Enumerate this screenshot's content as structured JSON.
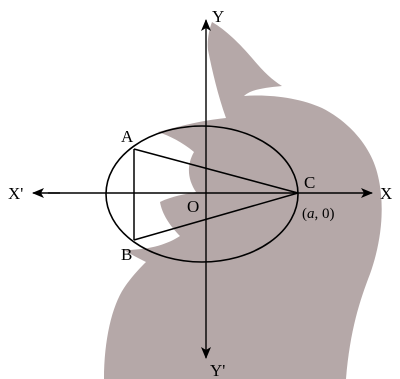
{
  "colors": {
    "background": "#ffffff",
    "silhouette": "#b5a8a8",
    "ink": "#000000"
  },
  "axes": {
    "x_label": "X",
    "x_neg_label": "X'",
    "y_label": "Y",
    "y_neg_label": "Y'",
    "origin_label": "O"
  },
  "points": {
    "A": "A",
    "B": "B",
    "C": "C",
    "C_coords": {
      "open": "(",
      "a": "a",
      "rest": ", 0)"
    }
  }
}
